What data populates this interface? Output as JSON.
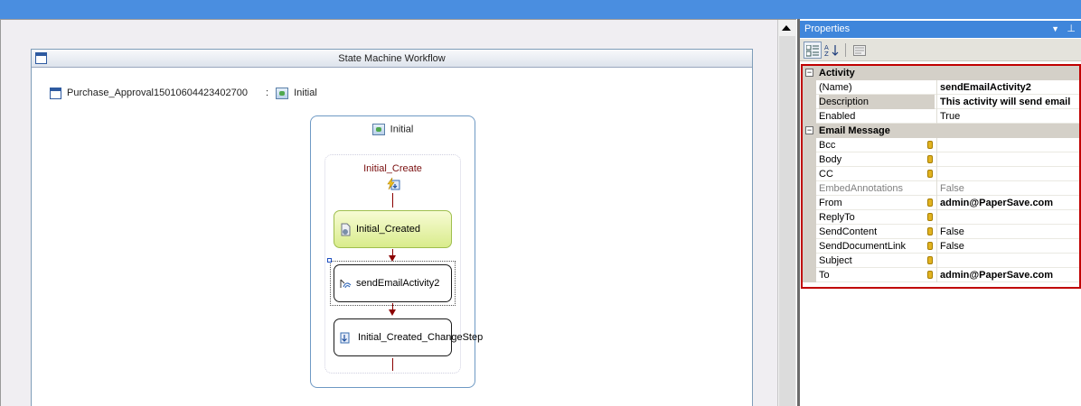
{
  "designer": {
    "workflow_title": "State Machine Workflow",
    "root_name": "Purchase_Approval15010604423402700",
    "root_separator": ":",
    "initial_state_ref": "Initial",
    "state": {
      "title": "Initial",
      "event_driven": "Initial_Create",
      "activities": [
        {
          "label": "Initial_Created",
          "icon": "code-activity-icon"
        },
        {
          "label": "sendEmailActivity2",
          "icon": "email-activity-icon"
        },
        {
          "label": "Initial_Created_ChangeStep",
          "icon": "set-state-icon"
        }
      ]
    }
  },
  "properties": {
    "title": "Properties",
    "toolbar": [
      "categorized-icon",
      "alphabetical-icon",
      "property-pages-icon"
    ],
    "categories": [
      {
        "name": "Activity",
        "rows": [
          {
            "name": "(Name)",
            "value": "sendEmailActivity2",
            "bold": true,
            "locked": false
          },
          {
            "name": "Description",
            "value": "This activity will send email",
            "bold": true,
            "locked": false
          },
          {
            "name": "Enabled",
            "value": "True",
            "bold": false,
            "locked": false
          }
        ]
      },
      {
        "name": "Email Message",
        "rows": [
          {
            "name": "Bcc",
            "value": "",
            "bold": false,
            "locked": true
          },
          {
            "name": "Body",
            "value": "",
            "bold": false,
            "locked": true
          },
          {
            "name": "CC",
            "value": "",
            "bold": false,
            "locked": true
          },
          {
            "name": "EmbedAnnotations",
            "value": "False",
            "bold": false,
            "locked": false,
            "disabled": true
          },
          {
            "name": "From",
            "value": "admin@PaperSave.com",
            "bold": true,
            "locked": true
          },
          {
            "name": "ReplyTo",
            "value": "",
            "bold": false,
            "locked": true
          },
          {
            "name": "SendContent",
            "value": "False",
            "bold": false,
            "locked": true
          },
          {
            "name": "SendDocumentLink",
            "value": "False",
            "bold": false,
            "locked": true
          },
          {
            "name": "Subject",
            "value": "",
            "bold": false,
            "locked": true
          },
          {
            "name": "To",
            "value": "admin@PaperSave.com",
            "bold": true,
            "locked": true
          }
        ]
      }
    ]
  }
}
